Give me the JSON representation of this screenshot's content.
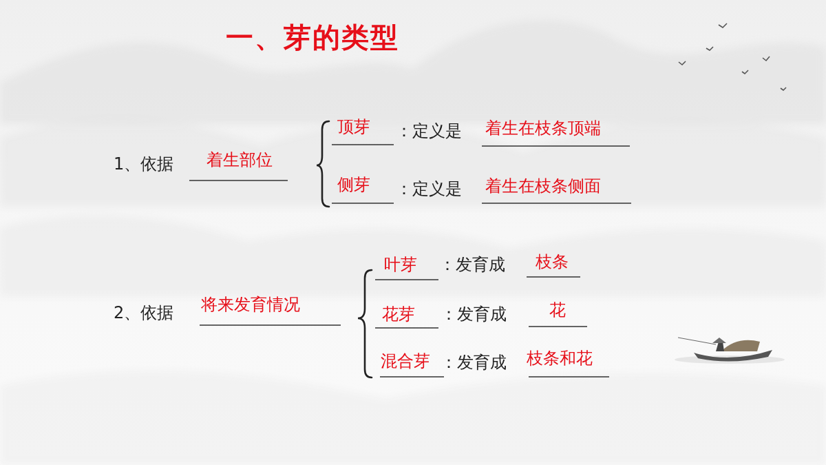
{
  "diagram": {
    "title": "一、芽的类型",
    "labels": [
      "1、依据",
      "着生部位",
      "顶芽",
      "：定义是",
      "着生在枝条顶端",
      "侧芽",
      "：定义是",
      "着生在枝条侧面",
      "2、依据",
      "将来发育情况",
      "叶芽",
      "：发育成",
      "枝条",
      "花芽",
      "：发育成",
      "花",
      "混合芽",
      "：发育成",
      "枝条和花"
    ]
  }
}
